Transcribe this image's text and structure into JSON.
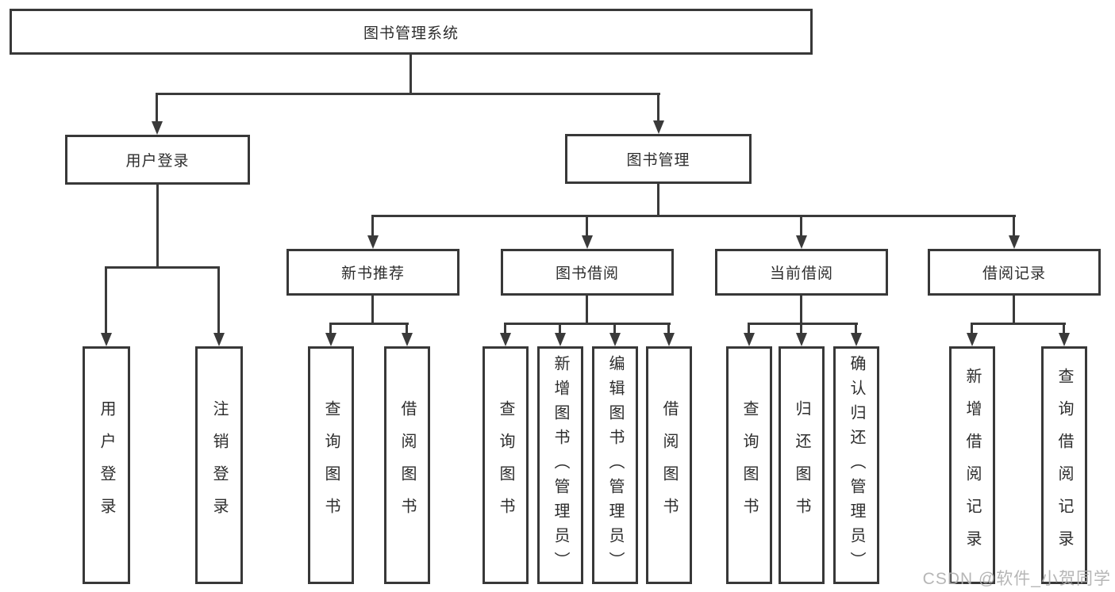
{
  "diagram": {
    "root": {
      "label": "图书管理系统"
    },
    "level2": {
      "user_login": {
        "label": "用户登录"
      },
      "book_mgmt": {
        "label": "图书管理"
      }
    },
    "level3": {
      "new_books": {
        "label": "新书推荐"
      },
      "book_borrow": {
        "label": "图书借阅"
      },
      "current_borrow": {
        "label": "当前借阅"
      },
      "borrow_records": {
        "label": "借阅记录"
      }
    },
    "leaves": {
      "user_login": {
        "label": "用户登录"
      },
      "logout": {
        "label": "注销登录"
      },
      "nb_query_books": {
        "label": "查询图书"
      },
      "nb_borrow_books": {
        "label": "借阅图书"
      },
      "bb_query_books": {
        "label": "查询图书"
      },
      "bb_add_books": {
        "label": "新增图书（管理员）"
      },
      "bb_edit_books": {
        "label": "编辑图书（管理员）"
      },
      "bb_borrow_books": {
        "label": "借阅图书"
      },
      "cb_query_books": {
        "label": "查询图书"
      },
      "cb_return_books": {
        "label": "归还图书"
      },
      "cb_confirm_return": {
        "label": "确认归还（管理员）"
      },
      "br_add_record": {
        "label": "新增借阅记录"
      },
      "br_query_record": {
        "label": "查询借阅记录"
      }
    }
  },
  "watermark": {
    "label": "CSDN @软件_小贺同学"
  },
  "colors": {
    "line": "#3a3a3a",
    "box_border": "#383838",
    "text": "#2d2d2d",
    "watermark": "#b0b0b0",
    "background": "#ffffff"
  }
}
